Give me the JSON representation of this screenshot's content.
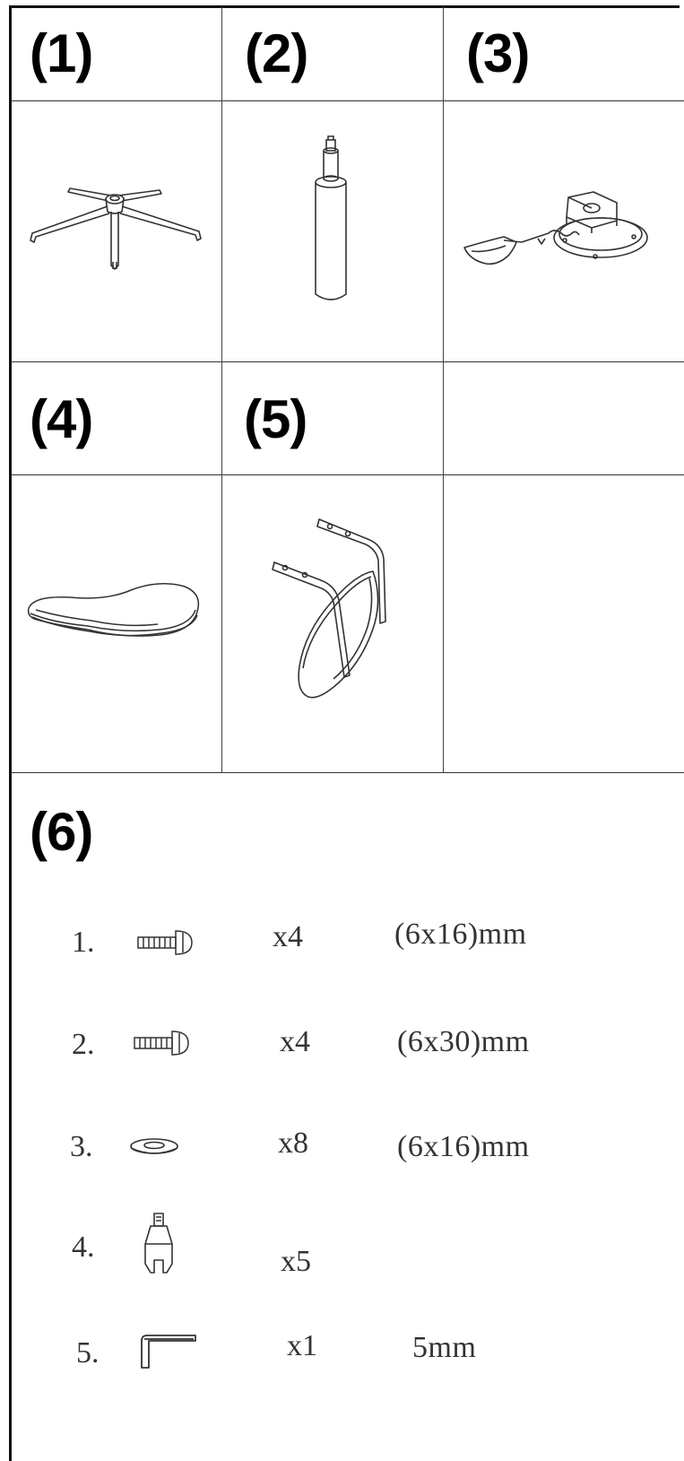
{
  "parts": [
    {
      "label": "(1)",
      "icon": "chair-base-icon"
    },
    {
      "label": "(2)",
      "icon": "gas-cylinder-icon"
    },
    {
      "label": "(3)",
      "icon": "seat-mechanism-icon"
    },
    {
      "label": "(4)",
      "icon": "seat-cushion-icon"
    },
    {
      "label": "(5)",
      "icon": "backrest-icon"
    }
  ],
  "hardware": {
    "label": "(6)",
    "items": [
      {
        "index": "1.",
        "icon": "screw-icon",
        "qty": "x4",
        "spec": "(6x16)mm"
      },
      {
        "index": "2.",
        "icon": "screw-icon",
        "qty": "x4",
        "spec": "(6x30)mm"
      },
      {
        "index": "3.",
        "icon": "washer-icon",
        "qty": "x8",
        "spec": "(6x16)mm"
      },
      {
        "index": "4.",
        "icon": "caster-icon",
        "qty": "x5",
        "spec": ""
      },
      {
        "index": "5.",
        "icon": "allen-key-icon",
        "qty": "x1",
        "spec": "5mm"
      }
    ]
  },
  "colors": {
    "line": "#333333",
    "text": "#000000"
  }
}
